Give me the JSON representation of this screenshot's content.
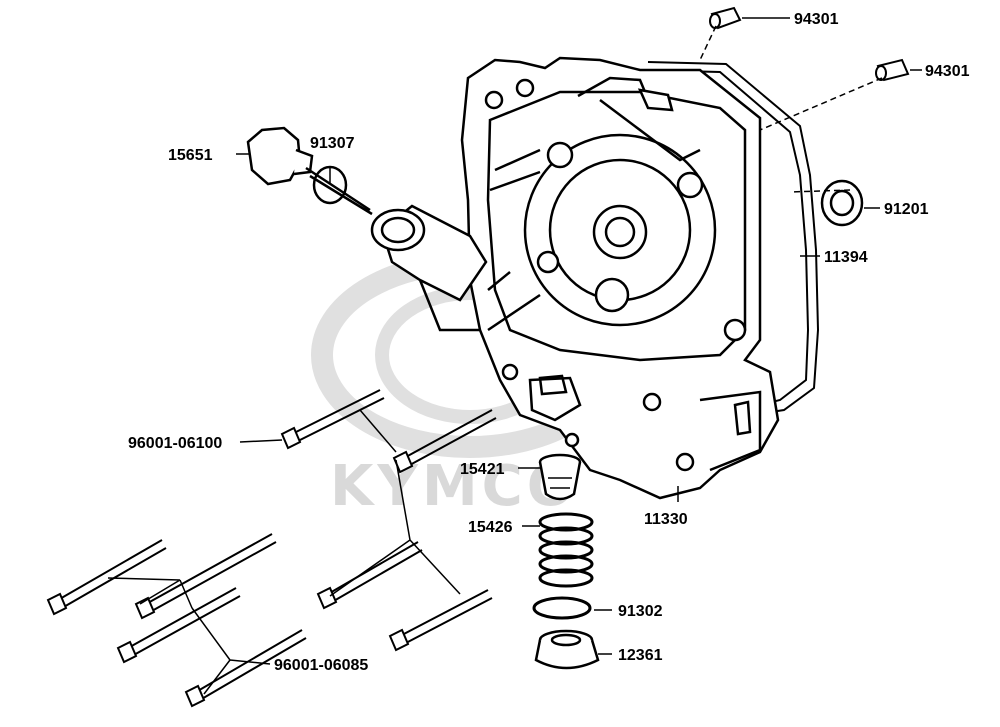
{
  "diagram": {
    "watermark_text": "KYMCO",
    "colors": {
      "line": "#000000",
      "watermark": "#d9d9d9",
      "background": "#ffffff"
    },
    "labels": {
      "p94301a": "94301",
      "p94301b": "94301",
      "p15651": "15651",
      "p91307": "91307",
      "p91201": "91201",
      "p11394": "11394",
      "p96001_06100": "96001-06100",
      "p15421": "15421",
      "p11330": "11330",
      "p15426": "15426",
      "p91302": "91302",
      "p12361": "12361",
      "p96001_06085": "96001-06085"
    }
  }
}
